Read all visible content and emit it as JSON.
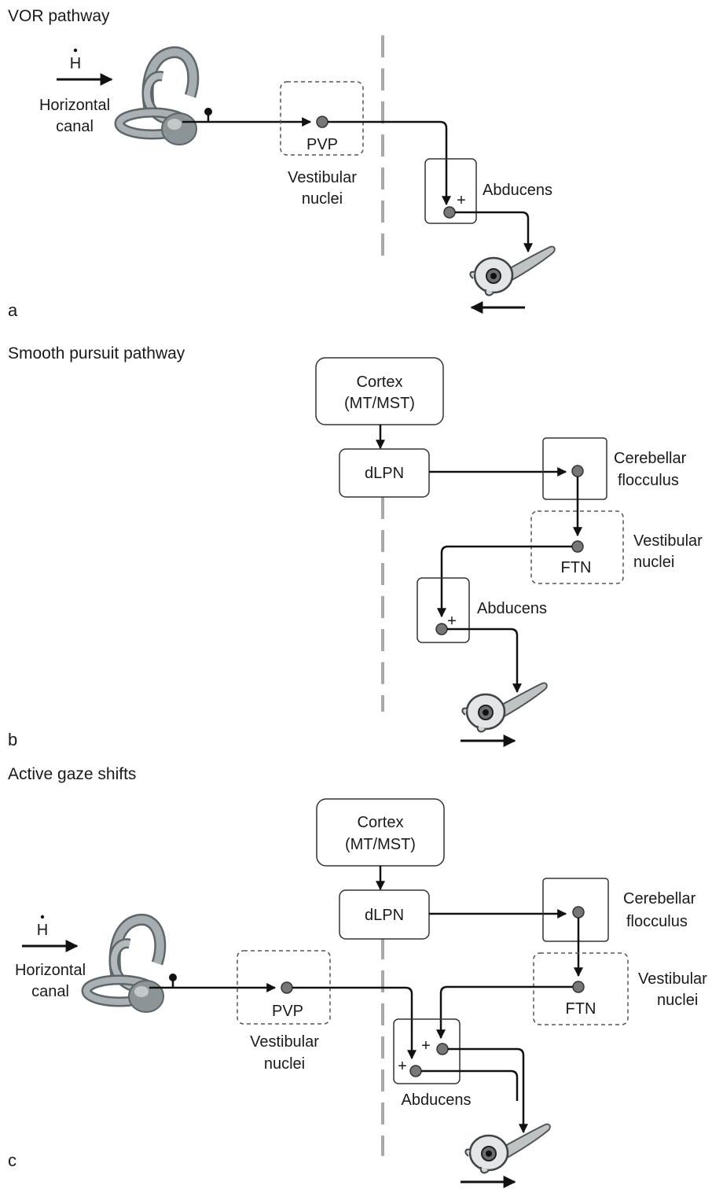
{
  "panel_a": {
    "title": "VOR pathway",
    "letter": "a",
    "h_symbol": "H",
    "canal_line1": "Horizontal",
    "canal_line2": "canal",
    "pvp": "PVP",
    "vn_line1": "Vestibular",
    "vn_line2": "nuclei",
    "abducens": "Abducens",
    "plus": "+"
  },
  "panel_b": {
    "title": "Smooth pursuit pathway",
    "letter": "b",
    "cortex_line1": "Cortex",
    "cortex_line2": "(MT/MST)",
    "dlpn": "dLPN",
    "cb_line1": "Cerebellar",
    "cb_line2": "flocculus",
    "vn_line1": "Vestibular",
    "vn_line2": "nuclei",
    "ftn": "FTN",
    "abducens": "Abducens",
    "plus": "+"
  },
  "panel_c": {
    "title": "Active gaze shifts",
    "letter": "c",
    "h_symbol": "H",
    "canal_line1": "Horizontal",
    "canal_line2": "canal",
    "cortex_line1": "Cortex",
    "cortex_line2": "(MT/MST)",
    "dlpn": "dLPN",
    "cb_line1": "Cerebellar",
    "cb_line2": "flocculus",
    "vn_right_line1": "Vestibular",
    "vn_right_line2": "nuclei",
    "ftn": "FTN",
    "pvp": "PVP",
    "vn_left_line1": "Vestibular",
    "vn_left_line2": "nuclei",
    "abducens": "Abducens",
    "plus": "+"
  },
  "colors": {
    "line": "#111111",
    "neuron": "#777777",
    "midline": "#a8a8a8",
    "canal": "#9ca3a6",
    "eye_muscle": "#b9bcbd"
  }
}
